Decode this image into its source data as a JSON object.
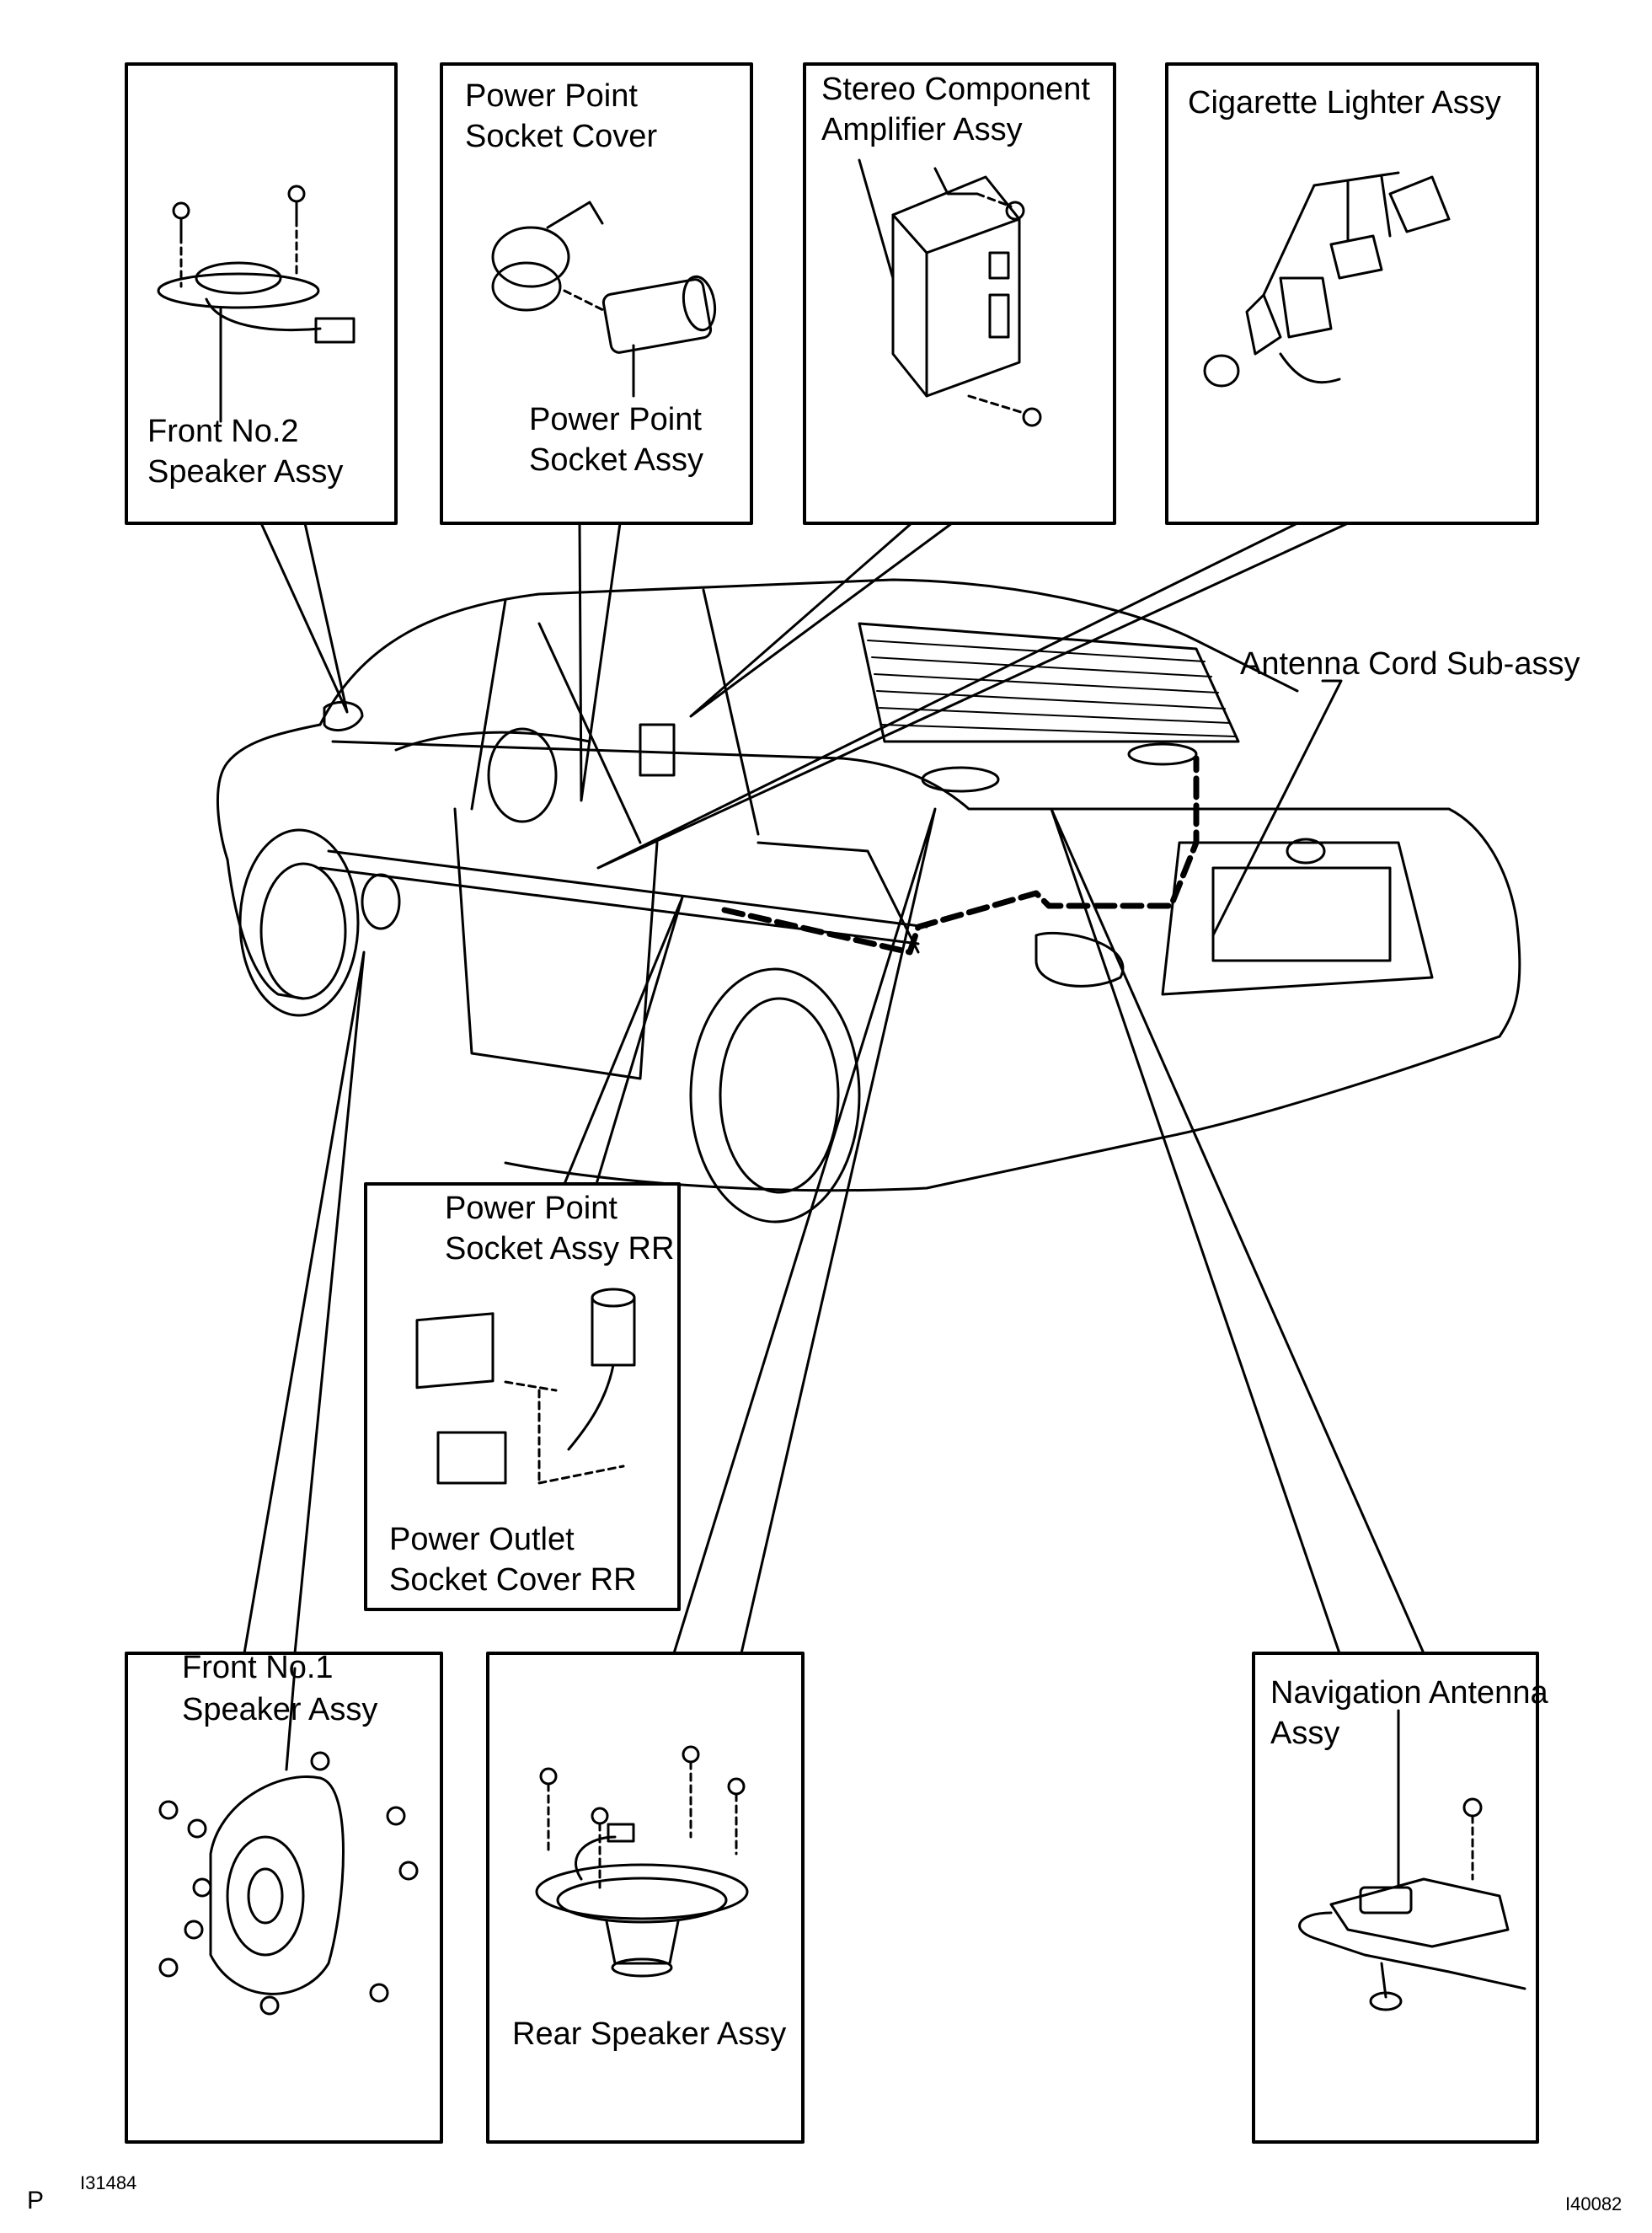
{
  "labels": {
    "front_no2_l1": "Front No.2",
    "front_no2_l2": "Speaker Assy",
    "pp_cover_l1": "Power Point",
    "pp_cover_l2": "Socket Cover",
    "pp_socket_l1": "Power Point",
    "pp_socket_l2": "Socket Assy",
    "stereo_l1": "Stereo Component",
    "stereo_l2": "Amplifier Assy",
    "cig": "Cigarette Lighter Assy",
    "antenna_cord": "Antenna Cord Sub-assy",
    "pp_rr_l1": "Power Point",
    "pp_rr_l2": "Socket Assy RR",
    "outlet_rr_l1": "Power Outlet",
    "outlet_rr_l2": "Socket Cover RR",
    "front_no1_l1": "Front No.1",
    "front_no1_l2": "Speaker Assy",
    "rear_speaker": "Rear Speaker Assy",
    "nav_l1": "Navigation Antenna",
    "nav_l2": "Assy"
  },
  "footer": {
    "p_mark": "P",
    "fig_left": "I31484",
    "fig_right": "I40082"
  }
}
